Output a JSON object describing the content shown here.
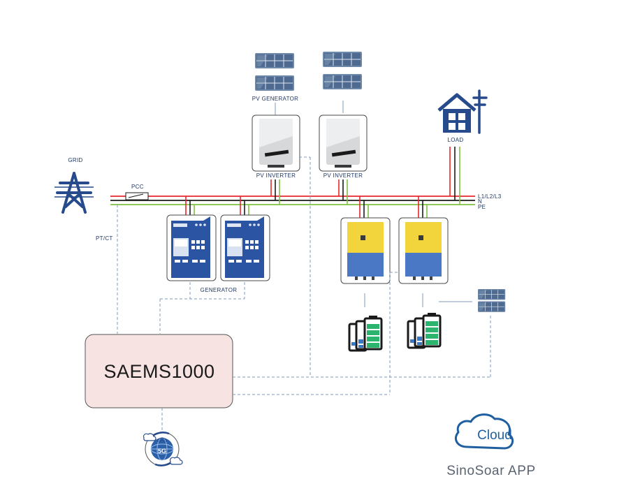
{
  "labels": {
    "grid": "GRID",
    "pcc": "PCC",
    "ptct": "PT/CT",
    "pv_generator": "PV GENERATOR",
    "pv_inverter_1": "PV INVERTER",
    "pv_inverter_2": "PV INVERTER",
    "load": "LOAD",
    "bus_l": "L1/L2/L3",
    "bus_n": "N",
    "bus_pe": "PE",
    "generator": "GENERATOR",
    "controller": "SAEMS1000",
    "cloud": "Cloud",
    "app": "SinoSoar APP"
  },
  "icons": {
    "grid": "transmission-tower-icon",
    "load": "house-with-utility-pole-icon",
    "pv": "solar-panel-icon",
    "battery": "battery-stack-icon",
    "network": "5g-globe-icon",
    "cloud": "cloud-icon"
  },
  "colors": {
    "line_l": "#e8262b",
    "line_n": "#1a1a1a",
    "line_pe": "#7fc241",
    "link": "#7f9ab8",
    "controller_fill": "#f7e4e2",
    "inverter_yellow": "#f2d53c",
    "inverter_blue": "#4a78c4",
    "generator_blue": "#2b55a3",
    "icon_blue": "#264a8c"
  }
}
